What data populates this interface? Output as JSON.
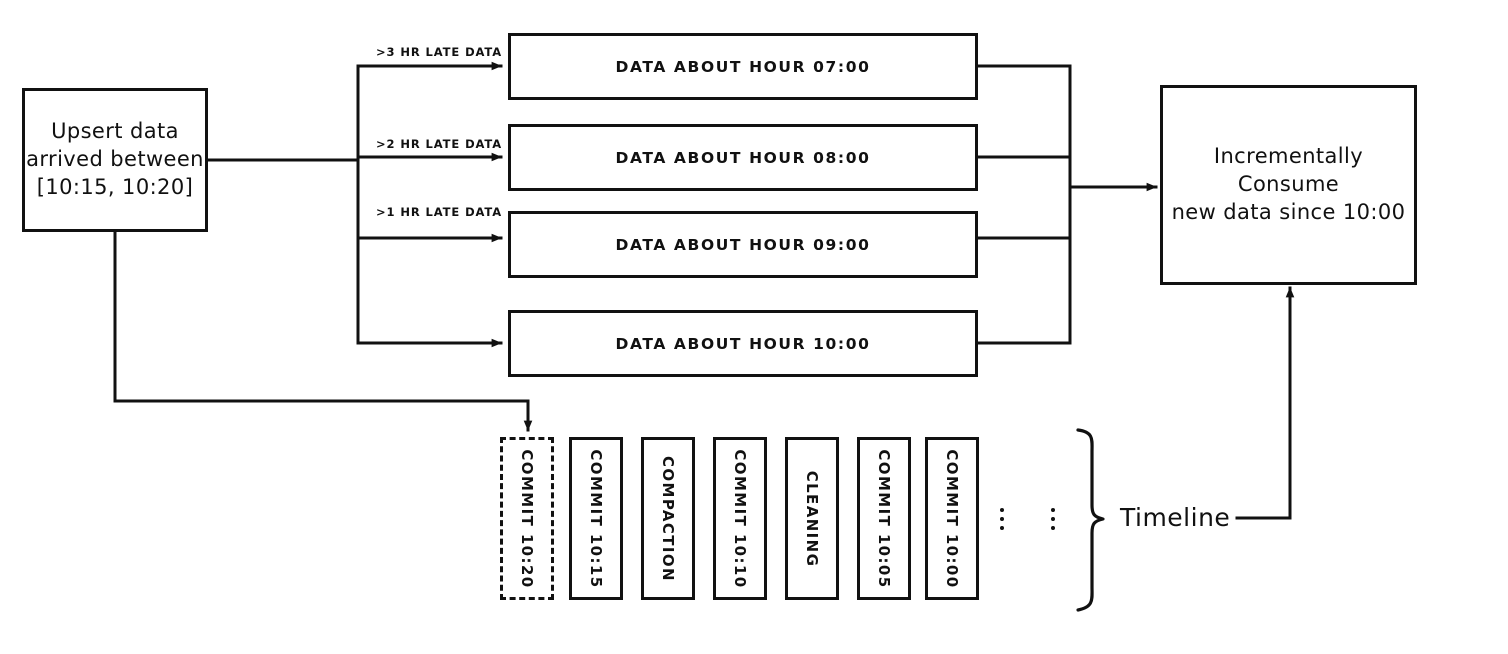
{
  "diagram": {
    "title": "Upsert late-arriving data into hourly partitions and commit timeline",
    "background_color": "#ffffff",
    "stroke_color": "#111111"
  },
  "source_node": {
    "label": "Upsert data\narrived between\n[10:15, 10:20]"
  },
  "edge_labels": [
    {
      "id": "late-3hr",
      "text": ">3 HR LATE DATA"
    },
    {
      "id": "late-2hr",
      "text": ">2 HR LATE DATA"
    },
    {
      "id": "late-1hr",
      "text": ">1 HR LATE DATA"
    }
  ],
  "partition_boxes": [
    {
      "id": "hour-07",
      "label": "DATA ABOUT HOUR 07:00"
    },
    {
      "id": "hour-08",
      "label": "DATA ABOUT HOUR 08:00"
    },
    {
      "id": "hour-09",
      "label": "DATA ABOUT HOUR 09:00"
    },
    {
      "id": "hour-10",
      "label": "DATA ABOUT HOUR 10:00"
    }
  ],
  "consumer_node": {
    "label": "Incrementally Consume\nnew data since 10:00"
  },
  "timeline": {
    "caption": "Timeline",
    "commits": [
      {
        "id": "commit-1020",
        "label": "COMMIT 10:20",
        "style": "dashed"
      },
      {
        "id": "commit-1015",
        "label": "COMMIT 10:15",
        "style": "solid"
      },
      {
        "id": "compaction",
        "label": "COMPACTION",
        "style": "solid"
      },
      {
        "id": "commit-1010",
        "label": "COMMIT 10:10",
        "style": "solid"
      },
      {
        "id": "cleaning",
        "label": "CLEANING",
        "style": "solid"
      },
      {
        "id": "commit-1005",
        "label": "COMMIT 10:05",
        "style": "solid"
      },
      {
        "id": "commit-1000",
        "label": "COMMIT 10:00",
        "style": "solid"
      }
    ],
    "ellipses_count": 2
  }
}
